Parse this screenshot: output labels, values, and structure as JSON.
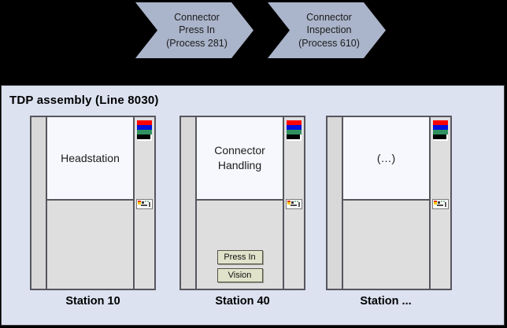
{
  "process_flow": {
    "steps": [
      {
        "name": "Connector Press In",
        "title": "Connector\nPress In",
        "subtitle": "(Process 281)",
        "text": "Connector\nPress In\n(Process 281)"
      },
      {
        "name": "Connector Inspection",
        "title": "Connector\nInspection",
        "subtitle": "(Process 610)",
        "text": "Connector\nInspection\n(Process 610)"
      }
    ]
  },
  "line_panel": {
    "title": "TDP assembly (Line 8030)",
    "stations": [
      {
        "caption": "Station 10",
        "body_label": "Headstation",
        "stack_light": [
          "red",
          "blue",
          "green",
          "black"
        ],
        "hmi_icon": "hmi-panel-icon",
        "buttons": []
      },
      {
        "caption": "Station 40",
        "body_label": "Connector\nHandling",
        "stack_light": [
          "red",
          "blue",
          "green",
          "black"
        ],
        "hmi_icon": "hmi-panel-icon",
        "buttons": [
          "Press In",
          "Vision"
        ]
      },
      {
        "caption": "Station ...",
        "body_label": "(…)",
        "stack_light": [
          "red",
          "blue",
          "green",
          "black"
        ],
        "hmi_icon": "hmi-panel-icon",
        "buttons": []
      }
    ]
  },
  "colors": {
    "panel_background": "#dde2f1",
    "chevron_fill": "#aab4ca",
    "chevron_border": "#76808f",
    "station_border": "#56565e",
    "station_upper": "#f6f8fd",
    "station_lower": "#dededf",
    "button_fill": "#e0e2ca",
    "stack_red": "#ff0000",
    "stack_blue": "#0011dd",
    "stack_green": "#2f9160",
    "stack_black": "#000000",
    "page_background": "#000000"
  }
}
